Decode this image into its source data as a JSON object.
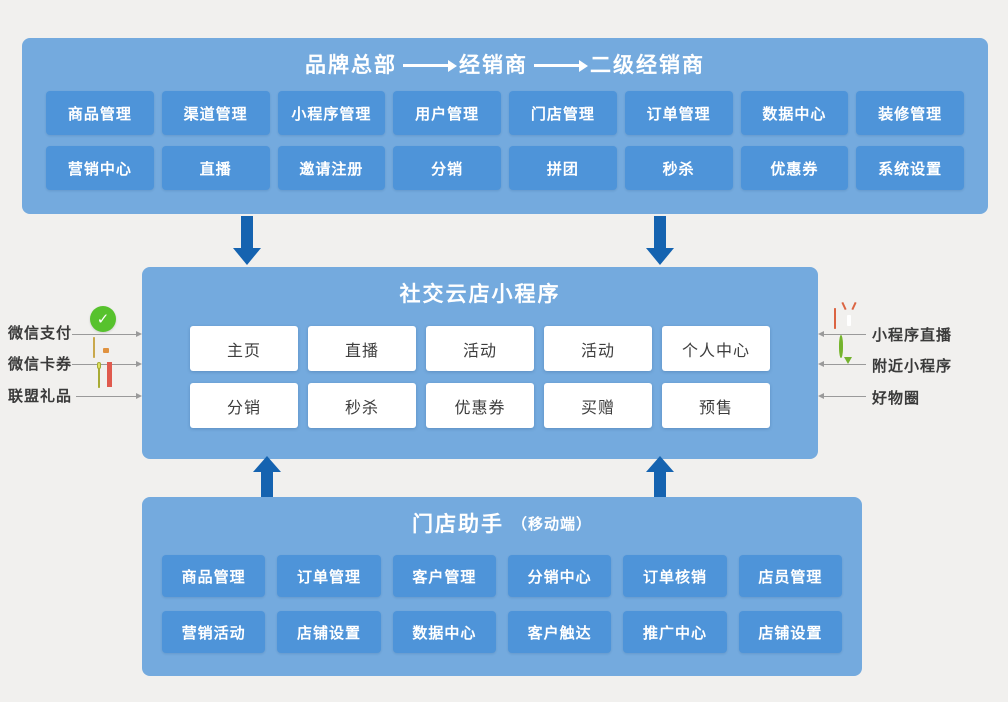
{
  "colors": {
    "background": "#f1f0ee",
    "panel_blue": "#74aade",
    "feature_button_blue": "#4e94d9",
    "flow_arrow_dark_blue": "#1563b0",
    "white_button_bg": "#ffffff",
    "white_button_text": "#3d3d3d",
    "wechat_pay_green": "#57c22d",
    "live_tv_orange": "#f2825f",
    "nearby_green": "#74b32e"
  },
  "top_panel": {
    "title_parts": [
      "品牌总部",
      "经销商",
      "二级经销商"
    ],
    "row1": [
      "商品管理",
      "渠道管理",
      "小程序管理",
      "用户管理",
      "门店管理",
      "订单管理",
      "数据中心",
      "装修管理"
    ],
    "row2": [
      "营销中心",
      "直播",
      "邀请注册",
      "分销",
      "拼团",
      "秒杀",
      "优惠券",
      "系统设置"
    ]
  },
  "middle_panel": {
    "title": "社交云店小程序",
    "row1": [
      "主页",
      "直播",
      "活动",
      "活动",
      "个人中心"
    ],
    "row2": [
      "分销",
      "秒杀",
      "优惠券",
      "买赠",
      "预售"
    ]
  },
  "bottom_panel": {
    "title": "门店助手",
    "subtitle": "（移动端）",
    "row1": [
      "商品管理",
      "订单管理",
      "客户管理",
      "分销中心",
      "订单核销",
      "店员管理"
    ],
    "row2": [
      "营销活动",
      "店铺设置",
      "数据中心",
      "客户触达",
      "推广中心",
      "店铺设置"
    ]
  },
  "left_links": [
    {
      "label": "微信支付",
      "icon": "wechat-pay-check-icon"
    },
    {
      "label": "微信卡券",
      "icon": "wechat-card-icon"
    },
    {
      "label": "联盟礼品",
      "icon": "gift-box-icon"
    }
  ],
  "right_links": [
    {
      "label": "小程序直播",
      "icon": "live-tv-icon"
    },
    {
      "label": "附近小程序",
      "icon": "location-balloon-icon"
    },
    {
      "label": "好物圈",
      "icon": "color-ring-icon"
    }
  ]
}
